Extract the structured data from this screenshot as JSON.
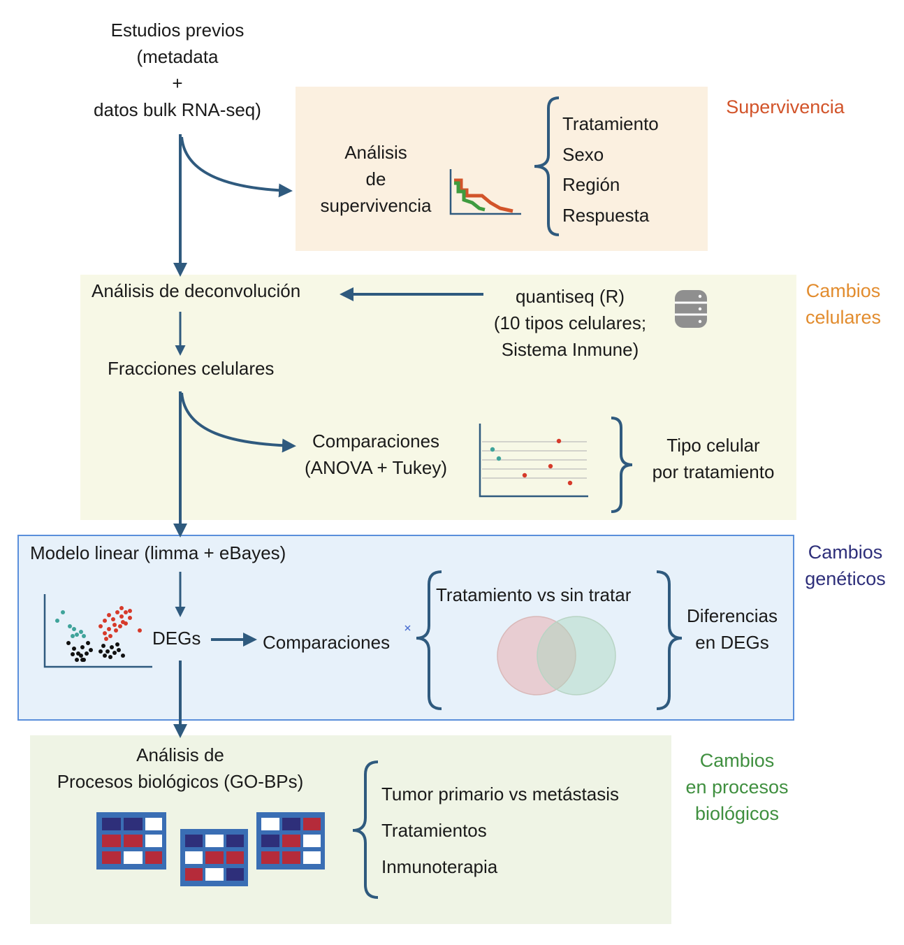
{
  "colors": {
    "arrow": "#2f5a7e",
    "supervivencia": "#d2542a",
    "celulares": "#e28c2e",
    "geneticos": "#2e2f7a",
    "procesos": "#3f8f3f",
    "panel_supervivencia": "#fbf0e0",
    "panel_celulares": "#f7f8e6",
    "panel_geneticos": "#e7f1fa",
    "panel_procesos": "#eff4e5"
  },
  "input": {
    "line1": "Estudios previos",
    "line2": "(metadata",
    "line3": "+",
    "line4": "datos bulk RNA-seq)"
  },
  "supervivencia": {
    "section_label": "Supervivencia",
    "analysis": [
      "Análisis",
      "de",
      "supervivencia"
    ],
    "variables": [
      "Tratamiento",
      "Sexo",
      "Región",
      "Respuesta"
    ],
    "icon": "survival-curve-icon"
  },
  "celulares": {
    "section_label": [
      "Cambios",
      "celulares"
    ],
    "deconvolution": "Análisis de deconvolución",
    "tool": [
      "quantiseq (R)",
      "(10 tipos celulares;",
      "Sistema Inmune)"
    ],
    "tool_icon": "database-icon",
    "fractions": "Fracciones celulares",
    "comparisons": [
      "Comparaciones",
      "(ANOVA + Tukey)"
    ],
    "result": [
      "Tipo celular",
      "por tratamiento"
    ],
    "icon": "dot-plot-icon"
  },
  "geneticos": {
    "section_label": [
      "Cambios",
      "genéticos"
    ],
    "model": "Modelo linear (limma + eBayes)",
    "degs": "DEGs",
    "comparisons": "Comparaciones",
    "comparison_type": "Tratamiento vs sin tratar",
    "result": [
      "Diferencias",
      "en DEGs"
    ],
    "icons": [
      "volcano-plot-icon",
      "venn-diagram-icon"
    ]
  },
  "procesos": {
    "section_label": [
      "Cambios",
      "en procesos",
      "biológicos"
    ],
    "analysis": [
      "Análisis de",
      "Procesos biológicos (GO-BPs)"
    ],
    "items": [
      "Tumor primario vs metástasis",
      "Tratamientos",
      "Inmunoterapia"
    ],
    "icon": "heatmap-icon"
  }
}
